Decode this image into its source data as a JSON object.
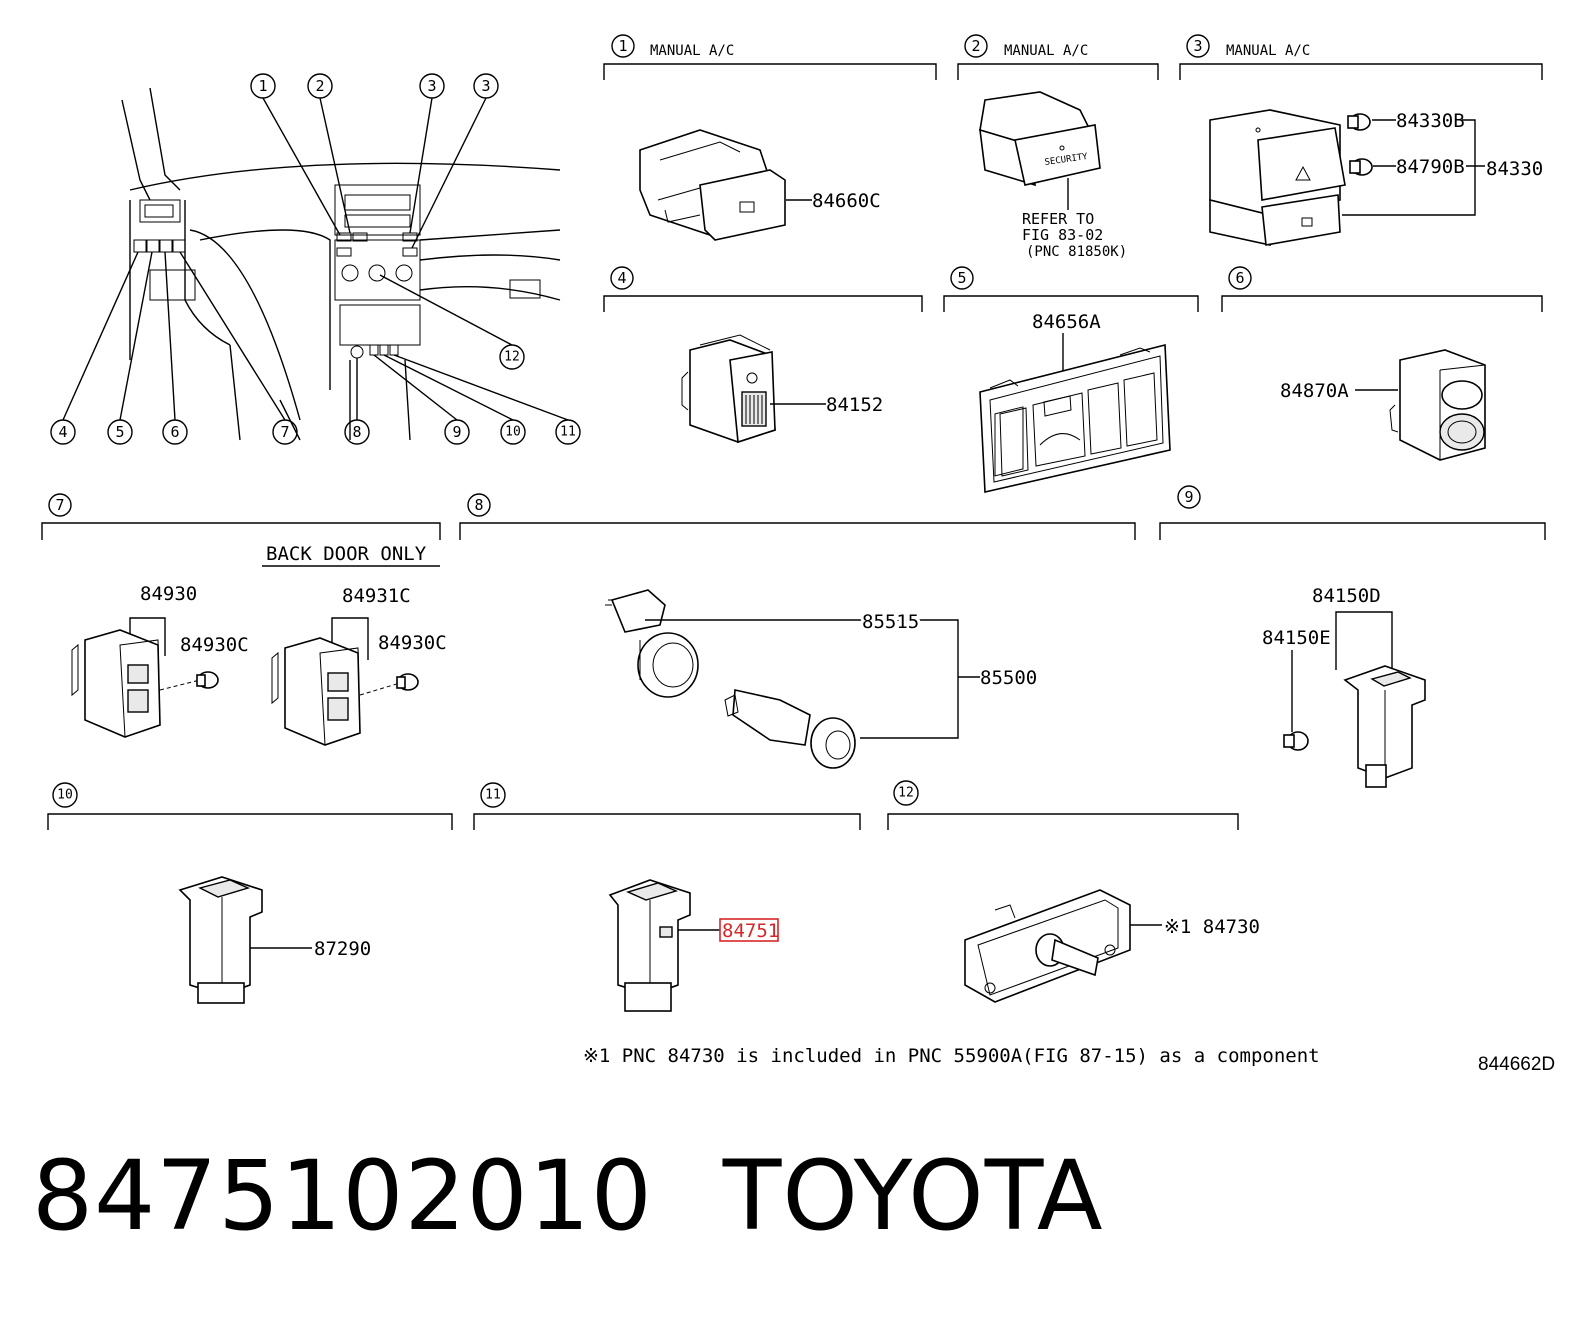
{
  "sections": [
    {
      "num": "1",
      "caption": "MANUAL A/C"
    },
    {
      "num": "2",
      "caption": "MANUAL A/C"
    },
    {
      "num": "3",
      "caption": "MANUAL A/C"
    },
    {
      "num": "4",
      "caption": ""
    },
    {
      "num": "5",
      "caption": ""
    },
    {
      "num": "6",
      "caption": ""
    },
    {
      "num": "7",
      "caption": "BACK DOOR ONLY"
    },
    {
      "num": "8",
      "caption": ""
    },
    {
      "num": "9",
      "caption": ""
    },
    {
      "num": "10",
      "caption": ""
    },
    {
      "num": "11",
      "caption": ""
    },
    {
      "num": "12",
      "caption": ""
    }
  ],
  "callouts": [
    "1",
    "2",
    "3",
    "3",
    "4",
    "5",
    "6",
    "7",
    "8",
    "9",
    "10",
    "11",
    "12"
  ],
  "parts": {
    "p84660C": "84660C",
    "refer_line1": "REFER TO",
    "refer_line2": "FIG 83-02",
    "refer_line3": "(PNC 81850K)",
    "p84330B": "84330B",
    "p84790B": "84790B",
    "p84330": "84330",
    "p84152": "84152",
    "p84656A": "84656A",
    "p84870A": "84870A",
    "p84930": "84930",
    "p84930C_a": "84930C",
    "p84931C": "84931C",
    "p84930C_b": "84930C",
    "p85515": "85515",
    "p85500": "85500",
    "p84150D": "84150D",
    "p84150E": "84150E",
    "p87290": "87290",
    "p84751": "84751",
    "p84730": "※1 84730"
  },
  "footnote": "※1 PNC 84730 is included in PNC 55900A(FIG 87-15) as a component",
  "figure_id": "844662D",
  "highlight_color": "#d62728",
  "title": {
    "part_number": "8475102010",
    "brand": "TOYOTA"
  }
}
